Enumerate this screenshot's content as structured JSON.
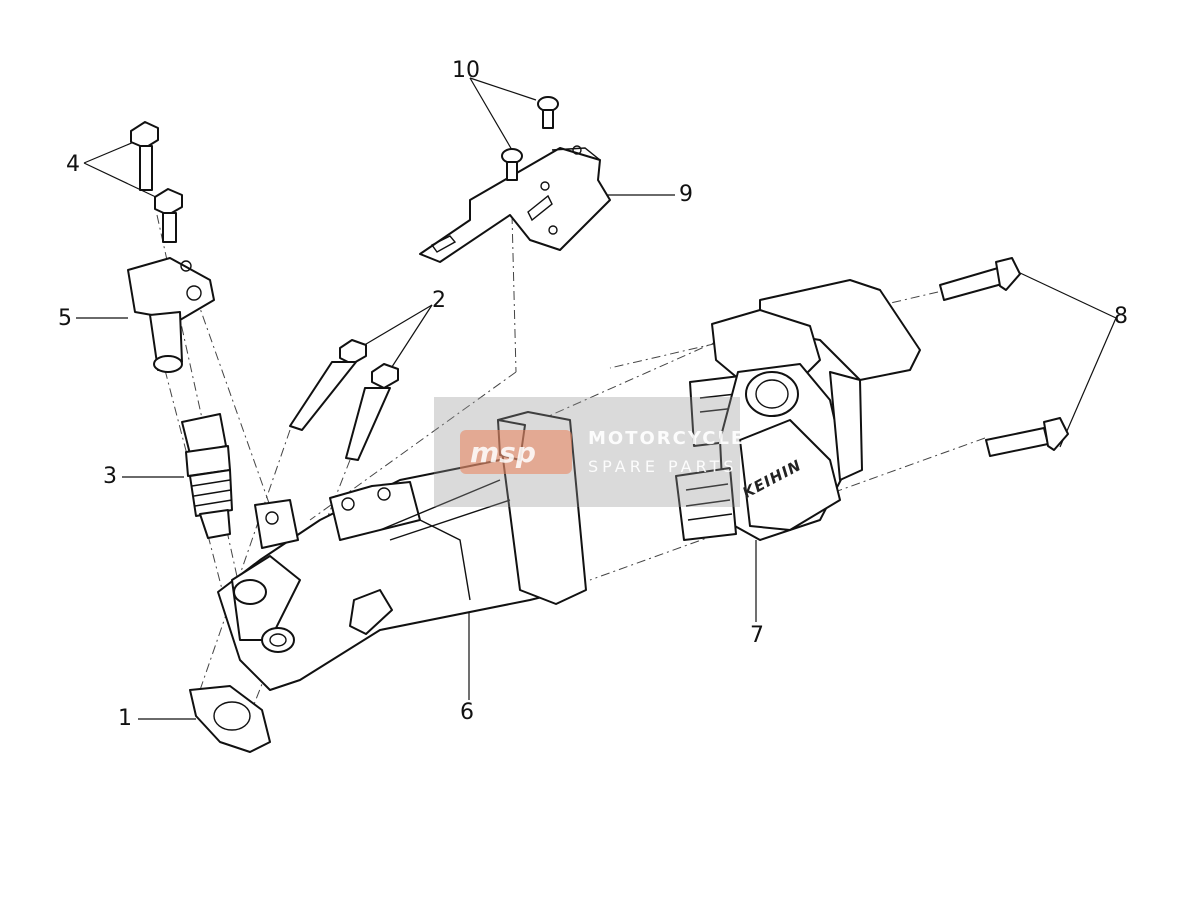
{
  "callouts": [
    {
      "id": "1",
      "label": "1"
    },
    {
      "id": "2",
      "label": "2"
    },
    {
      "id": "3",
      "label": "3"
    },
    {
      "id": "4",
      "label": "4"
    },
    {
      "id": "5",
      "label": "5"
    },
    {
      "id": "6",
      "label": "6"
    },
    {
      "id": "7",
      "label": "7"
    },
    {
      "id": "8",
      "label": "8"
    },
    {
      "id": "9",
      "label": "9"
    },
    {
      "id": "10",
      "label": "10"
    }
  ],
  "watermark": {
    "logo": "msp",
    "line1": "MOTORCYCLE",
    "line2": "SPARE PARTS"
  },
  "engraving": "KEIHIN"
}
